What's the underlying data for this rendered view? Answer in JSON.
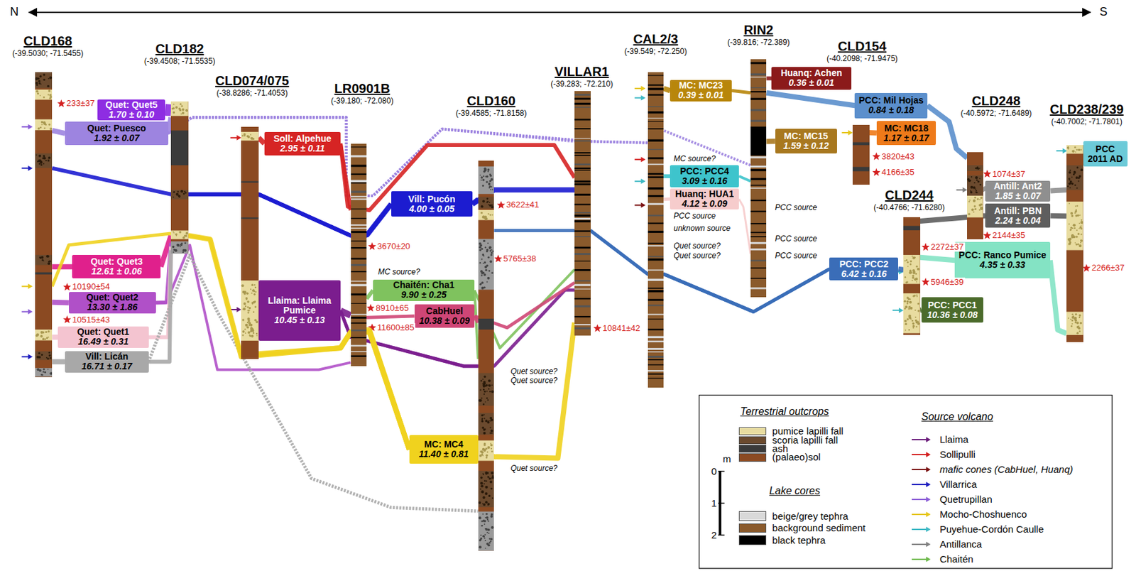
{
  "diagram": {
    "nodes": [
      {
        "text": [
          "CLD168",
          "(-39.5030; -71.5455)"
        ]
      },
      {
        "text": [
          "CLD182",
          "(-39.4508; -71.5535)"
        ]
      },
      {
        "text": [
          "CLD074/075",
          "(-38.8286; -71.4053)"
        ]
      },
      {
        "text": [
          "LR0901B",
          "(-39.180; -72.080)"
        ]
      },
      {
        "text": [
          "CLD160",
          "(-39.4585; -71.8158)"
        ]
      },
      {
        "text": [
          "VILLAR1",
          "(-39.283; -72.210)"
        ]
      },
      {
        "text": [
          "CAL2/3",
          "(-39.549; -72.250)"
        ]
      },
      {
        "text": [
          "RIN2",
          "(-39.816; -72.389)"
        ]
      },
      {
        "text": [
          "CLD154",
          "(-40.2098; -71.9475)"
        ]
      },
      {
        "text": [
          "CLD248",
          "(-40.5972; -71.6489)"
        ]
      },
      {
        "text": [
          "CLD244",
          "(-40.4766; -71.6280)"
        ]
      },
      {
        "text": [
          "CLD238/239",
          "(-40.7002; -71.7801)"
        ]
      },
      {
        "text": [
          "Quet: Quet5",
          "1.70 ± 0.10"
        ]
      },
      {
        "text": [
          "Quet: Puesco",
          "1.92 ± 0.07"
        ]
      },
      {
        "text": [
          "Soll: Alpehue",
          "2.95 ± 0.11"
        ]
      },
      {
        "text": [
          "Vill: Pucón",
          "4.00 ± 0.05"
        ]
      },
      {
        "text": [
          "Quet: Quet3",
          "12.61 ± 0.06"
        ]
      },
      {
        "text": [
          "Quet: Quet2",
          "13.30 ± 1.86"
        ]
      },
      {
        "text": [
          "Quet: Quet1",
          "16.49 ± 0.31"
        ]
      },
      {
        "text": [
          "Vill: Licán",
          "16.71 ± 0.17"
        ]
      },
      {
        "text": [
          "Llaima: Llaima Pumice",
          "10.45 ± 0.13"
        ]
      },
      {
        "text": [
          "Chaitén: Cha1",
          "9.90 ± 0.25"
        ]
      },
      {
        "text": [
          "CabHuel",
          "10.38 ± 0.09"
        ]
      },
      {
        "text": [
          "MC: MC4",
          "11.40 ± 0.81"
        ]
      },
      {
        "text": [
          "MC: MC23",
          "0.39 ± 0.01"
        ]
      },
      {
        "text": [
          "Huanq: Achen",
          "0.36 ± 0.01"
        ]
      },
      {
        "text": [
          "PCC: Mil Hojas",
          "0.84 ± 0.18"
        ]
      },
      {
        "text": [
          "MC: MC15",
          "1.59 ± 0.12"
        ]
      },
      {
        "text": [
          "MC: MC18",
          "1.17 ± 0.17"
        ]
      },
      {
        "text": [
          "PCC: PCC4",
          "3.09 ± 0.16"
        ]
      },
      {
        "text": [
          "Huanq: HUA1",
          "4.12 ± 0.09"
        ]
      },
      {
        "text": [
          "PCC: PCC2",
          "6.42 ± 0.16"
        ]
      },
      {
        "text": [
          "Antill: Ant2",
          "1.85 ± 0.07"
        ]
      },
      {
        "text": [
          "Antill: PBN",
          "2.24 ± 0.04"
        ]
      },
      {
        "text": [
          "PCC: Ranco Pumice",
          "4.35 ± 0.33"
        ]
      },
      {
        "text": [
          "PCC: PCC1",
          "10.36 ± 0.08"
        ]
      },
      {
        "text": [
          "PCC 2011 AD"
        ]
      }
    ],
    "edges": [
      {
        "from": 12,
        "to": 1,
        "arrow": "none"
      },
      {
        "from": 13,
        "to": 0,
        "arrow": "none"
      },
      {
        "from": 13,
        "to": 1,
        "arrow": "none"
      },
      {
        "from": 13,
        "to": 3,
        "arrow": "none"
      },
      {
        "from": 13,
        "to": 5,
        "arrow": "none"
      },
      {
        "from": 13,
        "to": 6,
        "arrow": "none"
      },
      {
        "from": 13,
        "to": 7,
        "arrow": "none"
      },
      {
        "from": 14,
        "to": 2,
        "arrow": "none"
      },
      {
        "from": 14,
        "to": 3,
        "arrow": "none"
      },
      {
        "from": 14,
        "to": 5,
        "arrow": "none"
      },
      {
        "from": 15,
        "to": 3,
        "arrow": "none"
      },
      {
        "from": 15,
        "to": 2,
        "arrow": "none"
      },
      {
        "from": 15,
        "to": 1,
        "arrow": "none"
      },
      {
        "from": 15,
        "to": 0,
        "arrow": "none"
      },
      {
        "from": 15,
        "to": 4,
        "arrow": "none"
      },
      {
        "from": 15,
        "to": 5,
        "arrow": "none"
      },
      {
        "from": 16,
        "to": 0,
        "arrow": "none"
      },
      {
        "from": 16,
        "to": 1,
        "arrow": "none"
      },
      {
        "from": 17,
        "to": 0,
        "arrow": "none"
      },
      {
        "from": 17,
        "to": 1,
        "arrow": "none"
      },
      {
        "from": 17,
        "to": 3,
        "arrow": "none"
      },
      {
        "from": 18,
        "to": 0,
        "arrow": "none"
      },
      {
        "from": 18,
        "to": 1,
        "arrow": "none"
      },
      {
        "from": 19,
        "to": 0,
        "arrow": "none"
      },
      {
        "from": 19,
        "to": 1,
        "arrow": "none"
      },
      {
        "from": 19,
        "to": 4,
        "arrow": "none"
      },
      {
        "from": 20,
        "to": 2,
        "arrow": "none"
      },
      {
        "from": 20,
        "to": 3,
        "arrow": "none"
      },
      {
        "from": 20,
        "to": 4,
        "arrow": "none"
      },
      {
        "from": 20,
        "to": 5,
        "arrow": "none"
      },
      {
        "from": 21,
        "to": 3,
        "arrow": "none"
      },
      {
        "from": 21,
        "to": 4,
        "arrow": "none"
      },
      {
        "from": 21,
        "to": 5,
        "arrow": "none"
      },
      {
        "from": 22,
        "to": 3,
        "arrow": "none"
      },
      {
        "from": 22,
        "to": 4,
        "arrow": "none"
      },
      {
        "from": 22,
        "to": 5,
        "arrow": "none"
      },
      {
        "from": 23,
        "to": 4,
        "arrow": "none"
      },
      {
        "from": 23,
        "to": 3,
        "arrow": "none"
      },
      {
        "from": 23,
        "to": 2,
        "arrow": "none"
      },
      {
        "from": 23,
        "to": 1,
        "arrow": "none"
      },
      {
        "from": 23,
        "to": 0,
        "arrow": "none"
      },
      {
        "from": 23,
        "to": 5,
        "arrow": "none"
      },
      {
        "from": 24,
        "to": 6,
        "arrow": "none"
      },
      {
        "from": 24,
        "to": 7,
        "arrow": "none"
      },
      {
        "from": 25,
        "to": 7,
        "arrow": "none"
      },
      {
        "from": 26,
        "to": 7,
        "arrow": "none"
      },
      {
        "from": 26,
        "to": 9,
        "arrow": "none"
      },
      {
        "from": 27,
        "to": 7,
        "arrow": "none"
      },
      {
        "from": 28,
        "to": 8,
        "arrow": "none"
      },
      {
        "from": 29,
        "to": 6,
        "arrow": "none"
      },
      {
        "from": 29,
        "to": 7,
        "arrow": "none"
      },
      {
        "from": 30,
        "to": 6,
        "arrow": "none"
      },
      {
        "from": 30,
        "to": 7,
        "arrow": "none"
      },
      {
        "from": 31,
        "to": 10,
        "arrow": "none"
      },
      {
        "from": 31,
        "to": 6,
        "arrow": "none"
      },
      {
        "from": 31,
        "to": 5,
        "arrow": "none"
      },
      {
        "from": 31,
        "to": 4,
        "arrow": "none"
      },
      {
        "from": 32,
        "to": 9,
        "arrow": "none"
      },
      {
        "from": 32,
        "to": 11,
        "arrow": "none"
      },
      {
        "from": 33,
        "to": 10,
        "arrow": "none"
      },
      {
        "from": 33,
        "to": 11,
        "arrow": "none"
      },
      {
        "from": 34,
        "to": 10,
        "arrow": "none"
      },
      {
        "from": 34,
        "to": 11,
        "arrow": "none"
      },
      {
        "from": 35,
        "to": 10,
        "arrow": "none"
      },
      {
        "from": 36,
        "to": 11,
        "arrow": "none"
      }
    ],
    "labels": [
      "N",
      "S",
      "233±37",
      "10190±54",
      "10515±43",
      "3670±20",
      "8910±65",
      "11600±85",
      "3622±41",
      "5765±38",
      "10841±42",
      "3820±43",
      "4166±35",
      "1074±37",
      "2144±35",
      "2272±37",
      "5946±39",
      "2266±37",
      "MC source?",
      "Quet source?",
      "Quet source?",
      "Quet source?",
      "MC source?",
      "PCC source",
      "unknown source",
      "Quet source?",
      "Quet source?",
      "PCC source",
      "PCC source",
      "PCC source",
      "Terrestrial outcrops",
      "Lake cores",
      "Source volcano",
      "m",
      "0",
      "1",
      "2"
    ],
    "legend": [
      {
        "text": "pumice lapilli fall",
        "color": "#e8dca0"
      },
      {
        "text": "scoria lapilli fall",
        "color": "#6b4a2e"
      },
      {
        "text": "ash",
        "color": "#3a3a3a"
      },
      {
        "text": "(palaeo)sol",
        "color": "#8b4a22"
      },
      {
        "text": "beige/grey tephra",
        "color": "#d9d9d9"
      },
      {
        "text": "background sediment",
        "color": "#8a5a2c"
      },
      {
        "text": "black tephra",
        "color": "#000000"
      },
      {
        "text": "Llaima"
      },
      {
        "text": "Sollipulli"
      },
      {
        "text": "mafic cones (CabHuel, Huanq)"
      },
      {
        "text": "Villarrica"
      },
      {
        "text": "Quetrupillan"
      },
      {
        "text": "Mocho-Choshuenco"
      },
      {
        "text": "Puyehue-Cordón Caulle"
      },
      {
        "text": "Antillanca"
      },
      {
        "text": "Chaitén"
      }
    ]
  }
}
